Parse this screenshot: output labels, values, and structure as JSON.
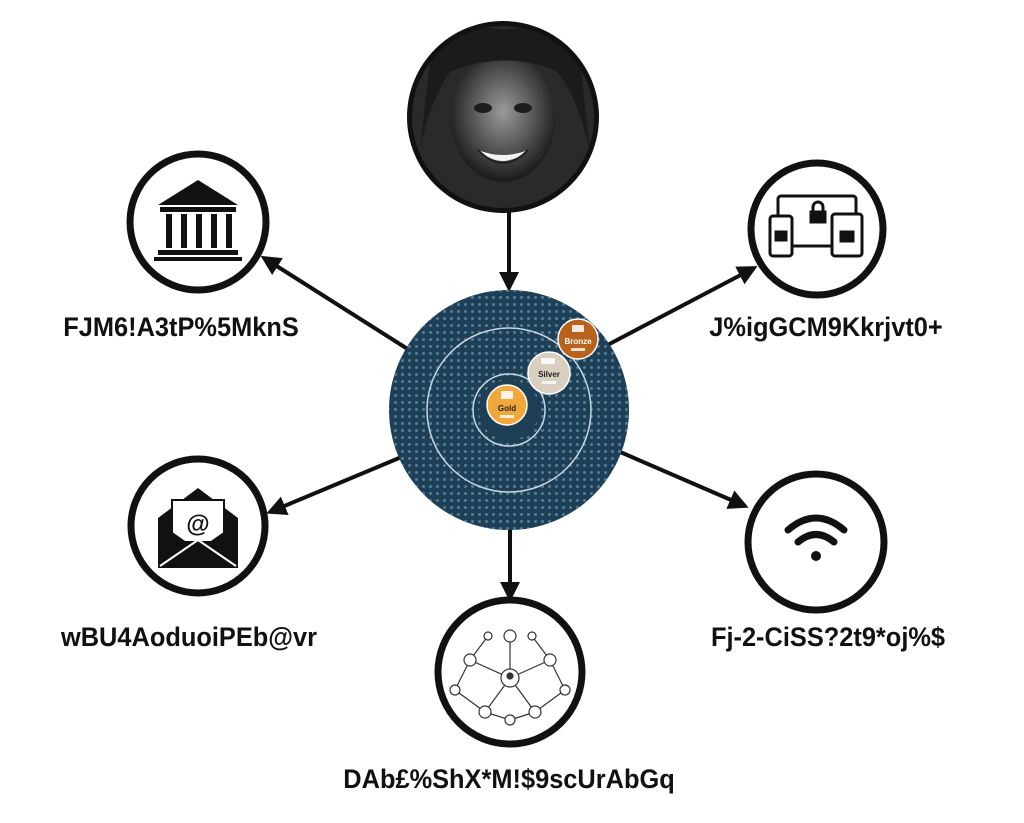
{
  "labels": {
    "bank": "FJM6!A3tP%5MknS",
    "devices": "J%igGCM9Kkrjvt0+",
    "email": "wBU4AoduoiPEb@vr",
    "wifi": "Fj-2-CiSS?2t9*oj%$",
    "network": "DAb£%ShX*M!$9scUrAbGq"
  },
  "tiers": {
    "gold": "Gold",
    "silver": "Silver",
    "bronze": "Bronze"
  },
  "icons": {
    "person": "person-photo",
    "bank": "bank-icon",
    "devices": "locked-devices-icon",
    "email": "email-icon",
    "wifi": "wifi-icon",
    "network": "network-icon"
  },
  "colors": {
    "gold": "#f1a83a",
    "silver": "#d9cfc0",
    "bronze": "#b8621b",
    "globe_dark": "#1f3f56",
    "globe_dots": "#4f7f99",
    "ink": "#111111"
  }
}
